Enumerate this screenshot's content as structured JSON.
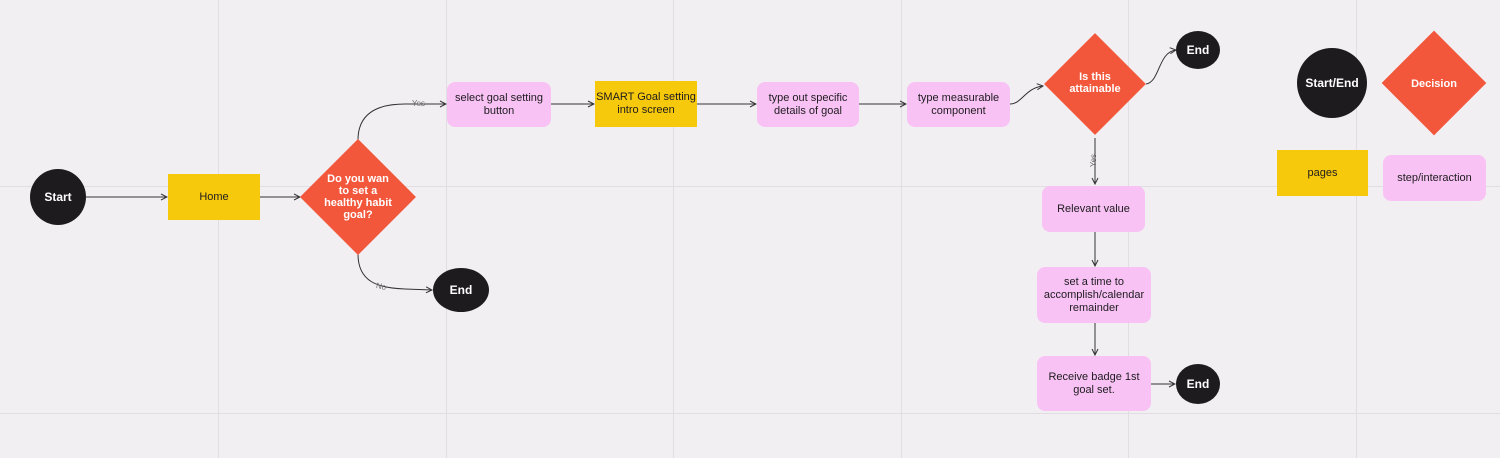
{
  "colors": {
    "background": "#f2eff3",
    "grid": "#e1dde3",
    "terminator": "#1e1b1f",
    "page": "#f7c90c",
    "step": "#f8c3f4",
    "decision": "#f2573b",
    "connector": "#333333"
  },
  "nodes": {
    "start": "Start",
    "home": "Home",
    "decision_goal": "Do you wan to set a healthy habit goal?",
    "end_no": "End",
    "select_goal": "select goal setting button",
    "smart_intro": "SMART Goal setting intro screen",
    "type_specific": "type out specific details of goal",
    "type_measurable": "type measurable component",
    "decision_attainable": "Is this attainable",
    "end_attainable": "End",
    "relevant": "Relevant value",
    "set_time": "set a time to accomplish/calendar remainder",
    "receive_badge": "Receive badge 1st goal set.",
    "end_badge": "End"
  },
  "edge_labels": {
    "yes_goal": "Yes",
    "no_goal": "No",
    "yes_attainable": "Yes"
  },
  "legend": {
    "terminator": "Start/End",
    "decision": "Decision",
    "page": "pages",
    "step": "step/interaction"
  }
}
